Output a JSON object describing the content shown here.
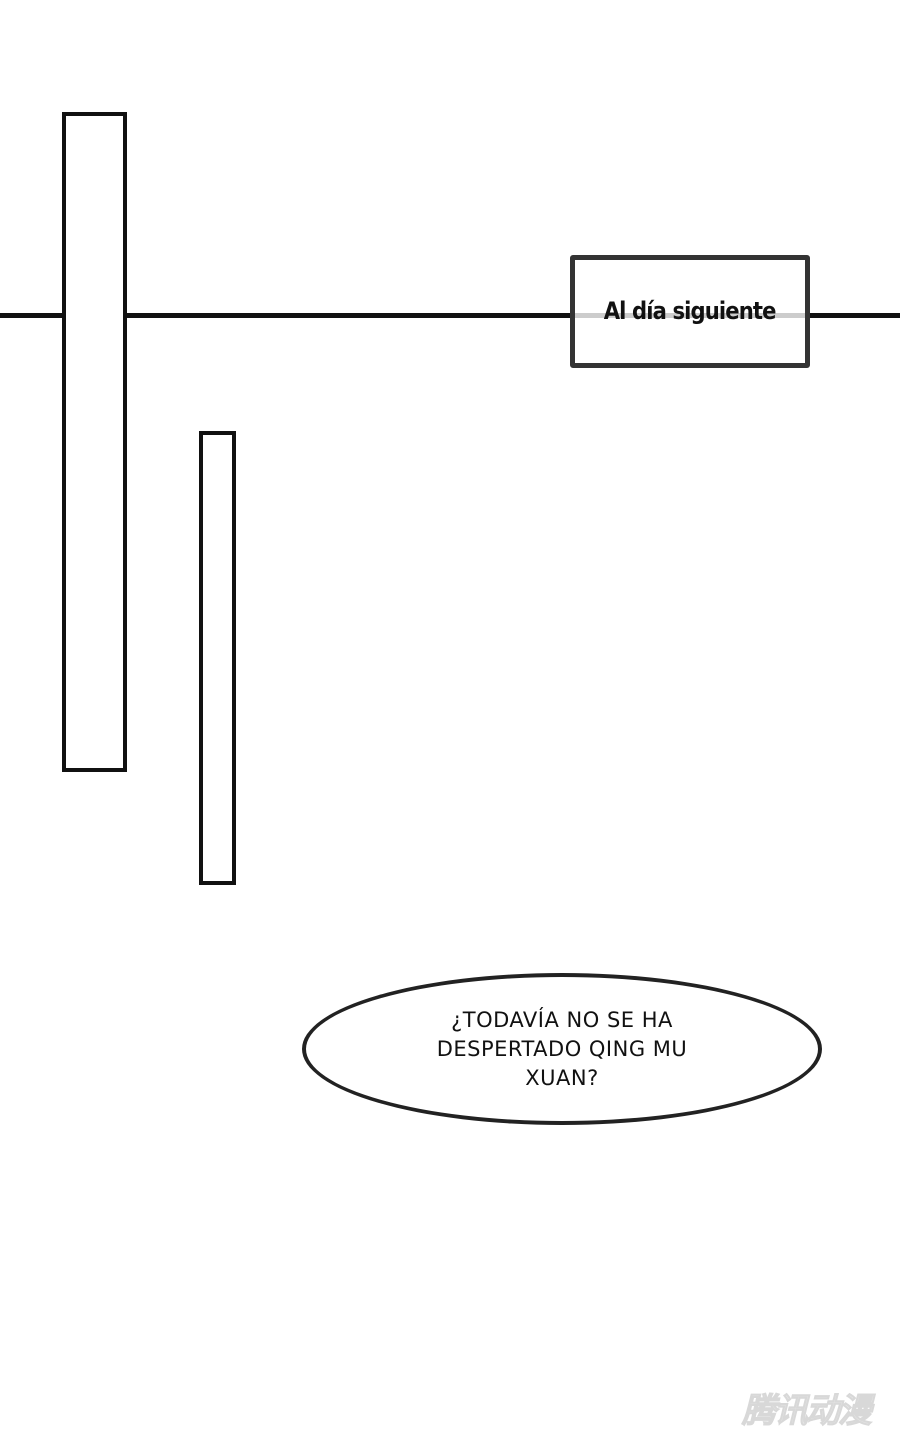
{
  "caption": {
    "text": "Al día siguiente"
  },
  "speech_bubble": {
    "text": "¿Todavía no se ha despertado Qing Mu Xuan?"
  },
  "watermark": {
    "text": "腾讯动漫"
  }
}
